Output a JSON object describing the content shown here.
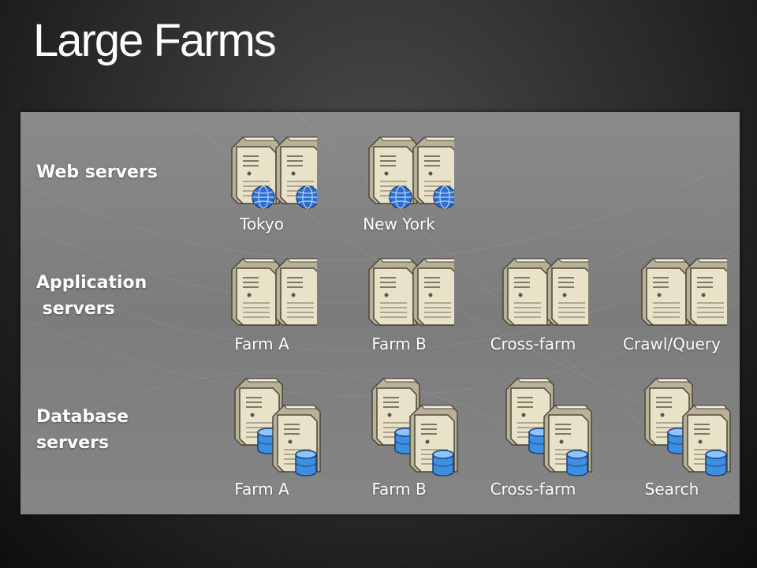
{
  "title": "Large Farms",
  "rows": [
    {
      "label": "Web servers",
      "icon": "web-server-icon",
      "clusters": [
        "Tokyo",
        "New York"
      ]
    },
    {
      "label": "Application\n servers",
      "icon": "application-server-icon",
      "clusters": [
        "Farm A",
        "Farm B",
        "Cross-farm",
        "Crawl/Query"
      ]
    },
    {
      "label": "Database\nservers",
      "icon": "database-server-icon",
      "clusters": [
        "Farm A",
        "Farm B",
        "Cross-farm",
        "Search"
      ]
    }
  ],
  "colors": {
    "server_body": "#e8e2c8",
    "server_shade": "#b9b197",
    "globe": "#2e6fd0",
    "database": "#3d8fe0"
  }
}
